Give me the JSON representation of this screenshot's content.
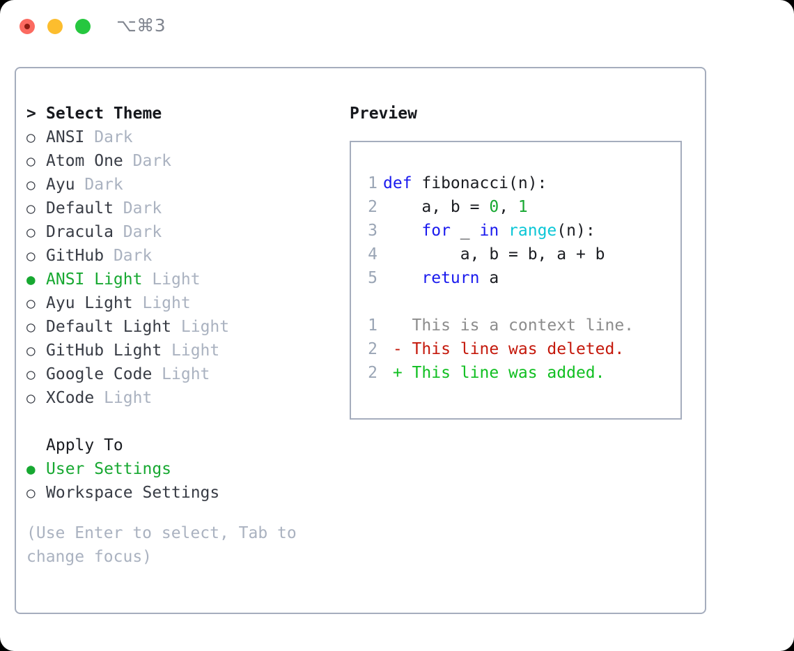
{
  "titlebar": {
    "shortcut": "⌥⌘3",
    "buttons": [
      {
        "name": "close",
        "color": "#fb6a60"
      },
      {
        "name": "minimize",
        "color": "#fcbd2e"
      },
      {
        "name": "zoom",
        "color": "#26c73f"
      }
    ]
  },
  "theme_list": {
    "header": "Select Theme",
    "caret": ">",
    "marker_selected": "●",
    "marker_unselected": "○",
    "items": [
      {
        "label": "ANSI",
        "variant": "Dark",
        "selected": false
      },
      {
        "label": "Atom One",
        "variant": "Dark",
        "selected": false
      },
      {
        "label": "Ayu",
        "variant": "Dark",
        "selected": false
      },
      {
        "label": "Default",
        "variant": "Dark",
        "selected": false
      },
      {
        "label": "Dracula",
        "variant": "Dark",
        "selected": false
      },
      {
        "label": "GitHub",
        "variant": "Dark",
        "selected": false
      },
      {
        "label": "ANSI Light",
        "variant": "Light",
        "selected": true
      },
      {
        "label": "Ayu Light",
        "variant": "Light",
        "selected": false
      },
      {
        "label": "Default Light",
        "variant": "Light",
        "selected": false
      },
      {
        "label": "GitHub Light",
        "variant": "Light",
        "selected": false
      },
      {
        "label": "Google Code",
        "variant": "Light",
        "selected": false
      },
      {
        "label": "XCode",
        "variant": "Light",
        "selected": false
      }
    ]
  },
  "apply_to": {
    "header": "Apply To",
    "items": [
      {
        "label": "User Settings",
        "selected": true
      },
      {
        "label": "Workspace Settings",
        "selected": false
      }
    ]
  },
  "hint": "(Use Enter to select, Tab to change focus)",
  "preview": {
    "title": "Preview",
    "code": [
      {
        "no": "1",
        "tokens": [
          {
            "t": "def",
            "c": "kw"
          },
          {
            "t": " fibonacci(n):",
            "c": "plain"
          }
        ]
      },
      {
        "no": "2",
        "tokens": [
          {
            "t": "    a, b = ",
            "c": "plain"
          },
          {
            "t": "0",
            "c": "num"
          },
          {
            "t": ", ",
            "c": "plain"
          },
          {
            "t": "1",
            "c": "num"
          }
        ]
      },
      {
        "no": "3",
        "tokens": [
          {
            "t": "    ",
            "c": "plain"
          },
          {
            "t": "for",
            "c": "kw"
          },
          {
            "t": " _ ",
            "c": "plain"
          },
          {
            "t": "in",
            "c": "kw"
          },
          {
            "t": " ",
            "c": "plain"
          },
          {
            "t": "range",
            "c": "fn"
          },
          {
            "t": "(n):",
            "c": "plain"
          }
        ]
      },
      {
        "no": "4",
        "tokens": [
          {
            "t": "        a, b = b, a + b",
            "c": "plain"
          }
        ]
      },
      {
        "no": "5",
        "tokens": [
          {
            "t": "    ",
            "c": "plain"
          },
          {
            "t": "return",
            "c": "kw"
          },
          {
            "t": " a",
            "c": "plain"
          }
        ]
      }
    ],
    "diff": [
      {
        "no": "1",
        "sign": " ",
        "text": "This is a context line.",
        "kind": "ctx"
      },
      {
        "no": "2",
        "sign": "-",
        "text": "This line was deleted.",
        "kind": "del"
      },
      {
        "no": "2",
        "sign": "+",
        "text": "This line was added.",
        "kind": "add"
      }
    ]
  },
  "colors": {
    "accent_green": "#17a831",
    "keyword_blue": "#1a1aee",
    "function_cyan": "#0bc6d6",
    "diff_added": "#10bf21",
    "diff_removed": "#c4180b",
    "muted": "#aab2c0",
    "border": "#a5adbd",
    "text": "#383c45"
  }
}
